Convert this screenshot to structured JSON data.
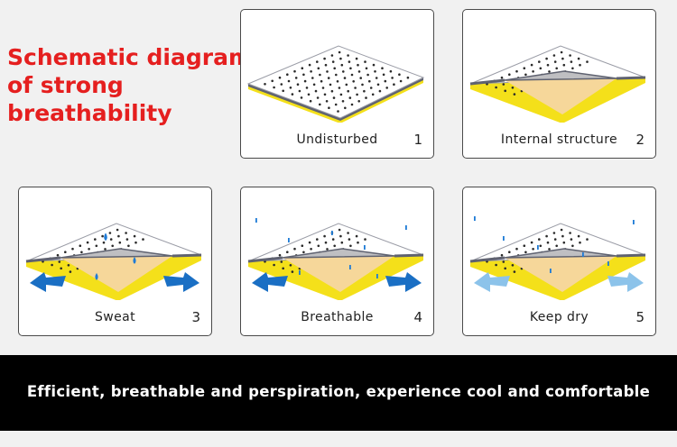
{
  "title_lines": [
    "Schematic diagram",
    "of strong",
    "breathability"
  ],
  "panels": [
    {
      "label": "Undisturbed",
      "number": "1"
    },
    {
      "label": "Internal structure",
      "number": "2"
    },
    {
      "label": "Sweat",
      "number": "3"
    },
    {
      "label": "Breathable",
      "number": "4"
    },
    {
      "label": "Keep dry",
      "number": "5"
    }
  ],
  "footer_caption": "Efficient, breathable and perspiration, experience cool and comfortable",
  "colors": {
    "title": "#e51f1f",
    "fabric_top": "#ffffff",
    "fabric_edge": "#5f6270",
    "yellow_layer": "#f4e01a",
    "inner_gray": "#bfbfc2",
    "inner_tan": "#f6d79a",
    "sweat_drop": "#1e7bd6",
    "arrow_dark": "#1a6fc4",
    "arrow_light": "#8cc3ea",
    "footer_bg": "#000000"
  }
}
